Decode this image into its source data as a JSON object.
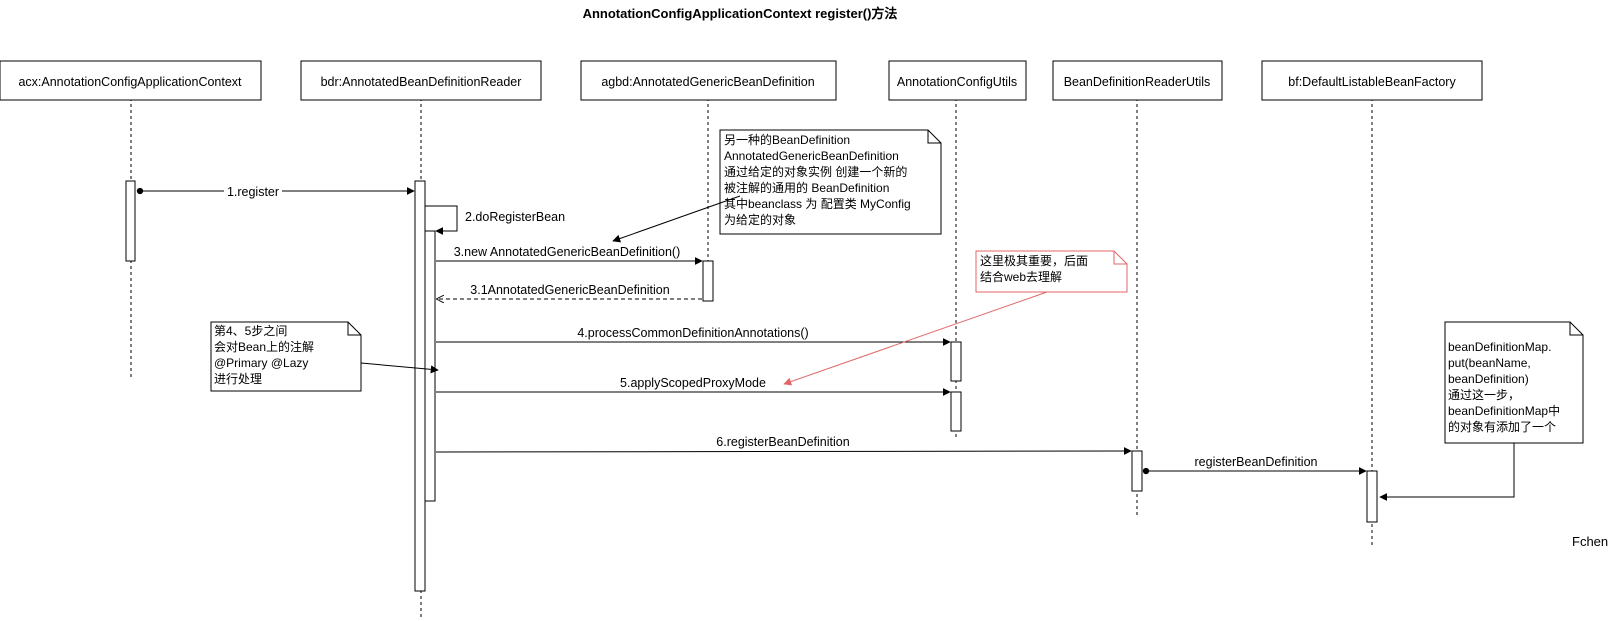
{
  "title": "AnnotationConfigApplicationContext register()方法",
  "participants": [
    {
      "id": "acx",
      "label": "acx:AnnotationConfigApplicationContext"
    },
    {
      "id": "bdr",
      "label": "bdr:AnnotatedBeanDefinitionReader"
    },
    {
      "id": "agbd",
      "label": "agbd:AnnotatedGenericBeanDefinition"
    },
    {
      "id": "acu",
      "label": "AnnotationConfigUtils"
    },
    {
      "id": "bdru",
      "label": "BeanDefinitionReaderUtils"
    },
    {
      "id": "bf",
      "label": "bf:DefaultListableBeanFactory"
    }
  ],
  "messages": [
    {
      "id": "m1",
      "label": "1.register"
    },
    {
      "id": "m2",
      "label": "2.doRegisterBean"
    },
    {
      "id": "m3",
      "label": "3.new AnnotatedGenericBeanDefinition()"
    },
    {
      "id": "m31",
      "label": "3.1AnnotatedGenericBeanDefinition"
    },
    {
      "id": "m4",
      "label": "4.processCommonDefinitionAnnotations()"
    },
    {
      "id": "m5",
      "label": "5.applyScopedProxyMode"
    },
    {
      "id": "m6",
      "label": "6.registerBeanDefinition"
    },
    {
      "id": "m7",
      "label": "registerBeanDefinition"
    }
  ],
  "notes": {
    "agbd_note": [
      "另一种的BeanDefinition",
      "AnnotatedGenericBeanDefinition",
      "通过给定的对象实例 创建一个新的",
      "被注解的通用的 BeanDefinition",
      "其中beanclass 为 配置类 MyConfig",
      " 为给定的对象"
    ],
    "important_note": [
      "这里极其重要，后面",
      "结合web去理解"
    ],
    "step45_note": [
      "第4、5步之间",
      "会对Bean上的注解",
      "@Primary  @Lazy",
      "进行处理"
    ],
    "map_note": [
      "beanDefinitionMap.",
      "put(beanName,",
      "beanDefinition)",
      "通过这一步，",
      "beanDefinitionMap中",
      "的对象有添加了一个"
    ]
  },
  "watermark": "Fchen",
  "colors": {
    "line": "#000000",
    "highlight": "#e06666"
  }
}
